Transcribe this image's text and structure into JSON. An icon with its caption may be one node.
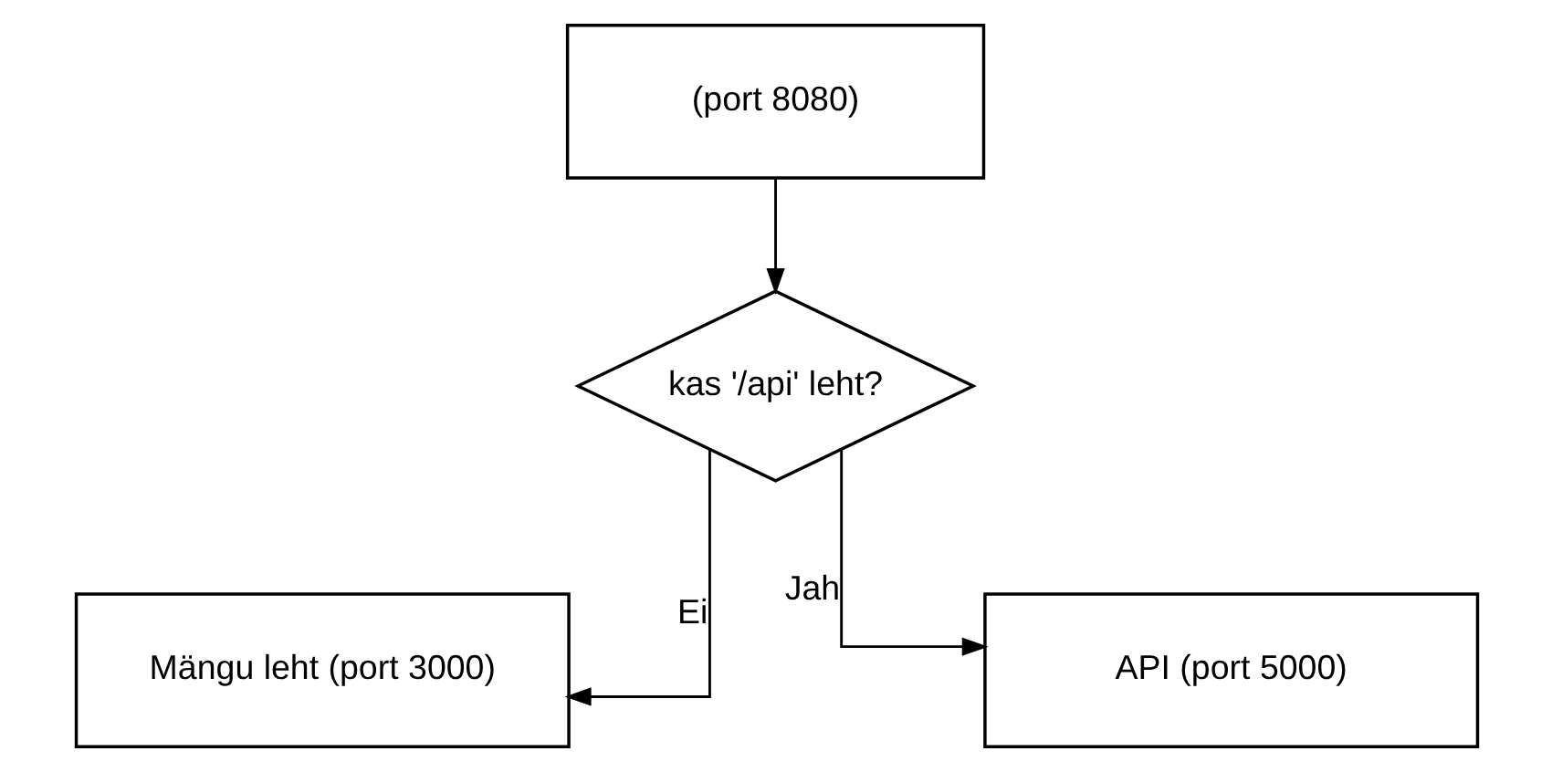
{
  "diagram": {
    "nodes": [
      {
        "text": [
          "(port 8080)"
        ]
      },
      {
        "text": [
          "kas '/api' leht?"
        ]
      },
      {
        "text": [
          "Mängu leht (port 3000)"
        ]
      },
      {
        "text": [
          "API (port 5000)"
        ]
      }
    ],
    "edges": [
      {
        "from": 0,
        "to": 1,
        "arrow": "to"
      },
      {
        "from": 1,
        "to": 2,
        "arrow": "to",
        "label": "Ei"
      },
      {
        "from": 1,
        "to": 3,
        "arrow": "to",
        "label": "Jah"
      }
    ]
  }
}
